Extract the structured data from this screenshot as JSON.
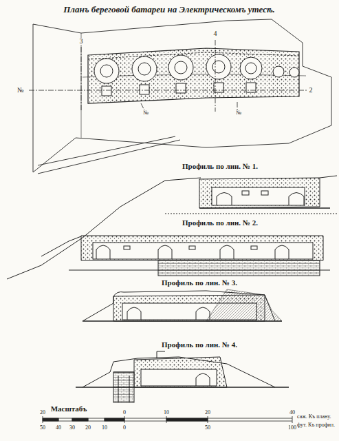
{
  "diagram": {
    "title": "Планъ береговой батареи на Электрическомъ утесѣ.",
    "labels": [
      "3",
      "4",
      "№",
      "2",
      "№",
      "№",
      "Профиль по лин. № 1.",
      "Профиль по лин. № 2.",
      "Профиль по лин. № 3.",
      "Профиль по лин. № 4.",
      "Масштабъ",
      "20",
      "0",
      "10",
      "20",
      "40",
      "саж. Къ плану.",
      "50",
      "40",
      "30",
      "20",
      "10",
      "0",
      "50",
      "100",
      "фут. Къ профил."
    ]
  }
}
